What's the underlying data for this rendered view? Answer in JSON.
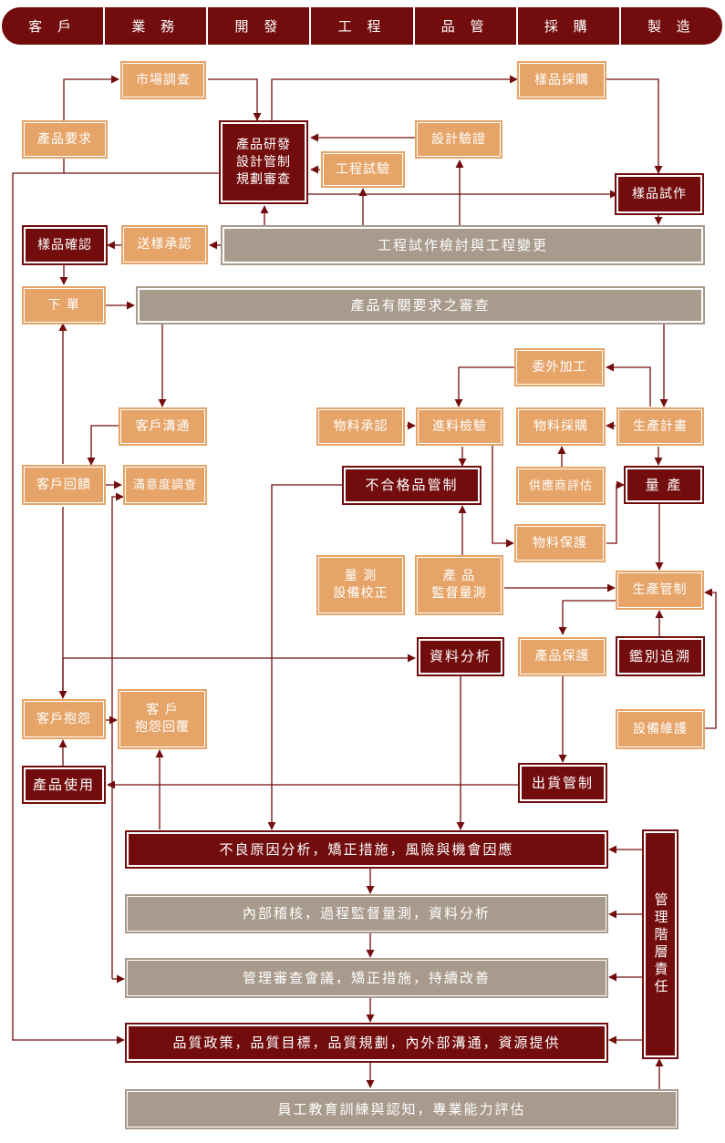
{
  "header": [
    "客 戶",
    "業 務",
    "開 發",
    "工 程",
    "品 管",
    "採 購",
    "製 造"
  ],
  "nodes": {
    "product_requirement": "產品要求",
    "market_research": "市場調查",
    "product_dev": "產品研發\n設計管制\n規劃審查",
    "design_verify": "設計驗證",
    "engineering_test": "工程試驗",
    "sample_purchase": "樣品採購",
    "sample_trial": "樣品試作",
    "sample_confirm": "樣品確認",
    "send_sample": "送樣承認",
    "eng_review": "工程試作檢討與工程變更",
    "order": "下 單",
    "req_review": "產品有關要求之審查",
    "outsourcing": "委外加工",
    "customer_comm": "客戶溝通",
    "material_approval": "物料承認",
    "incoming_inspection": "進料檢驗",
    "material_purchase": "物料採購",
    "production_plan": "生產計畫",
    "customer_feedback": "客戶回饋",
    "satisfaction_survey": "滿意度調查",
    "nonconforming": "不合格品管制",
    "supplier_eval": "供應商評估",
    "mass_production": "量 產",
    "material_protection": "物料保護",
    "measurement": "量 測\n設備校正",
    "product_monitor": "產 品\n監督量測",
    "production_control": "生產管制",
    "data_analysis": "資料分析",
    "product_protection": "產品保護",
    "traceability": "鑑別追溯",
    "customer_complaint": "客戶抱怨",
    "complaint_reply": "客 戶\n抱怨回覆",
    "equipment_maintenance": "設備維護",
    "product_use": "產品使用",
    "shipping_control": "出貨管制",
    "root_cause": "不良原因分析，矯正措施，風險與機會因應",
    "internal_audit": "內部稽核，過程監督量測，資料分析",
    "mgmt_review": "管理審查會議，矯正措施，持續改善",
    "quality_policy": "品質政策，品質目標，品質規劃，內外部溝通，資源提供",
    "mgmt_responsibility": "管理階層責任",
    "employee_training": "員工教育訓練與認知，專業能力評估"
  },
  "colors": {
    "dark_red": "#730d0d",
    "orange": "#e6a468",
    "gray": "#a89a8d"
  }
}
